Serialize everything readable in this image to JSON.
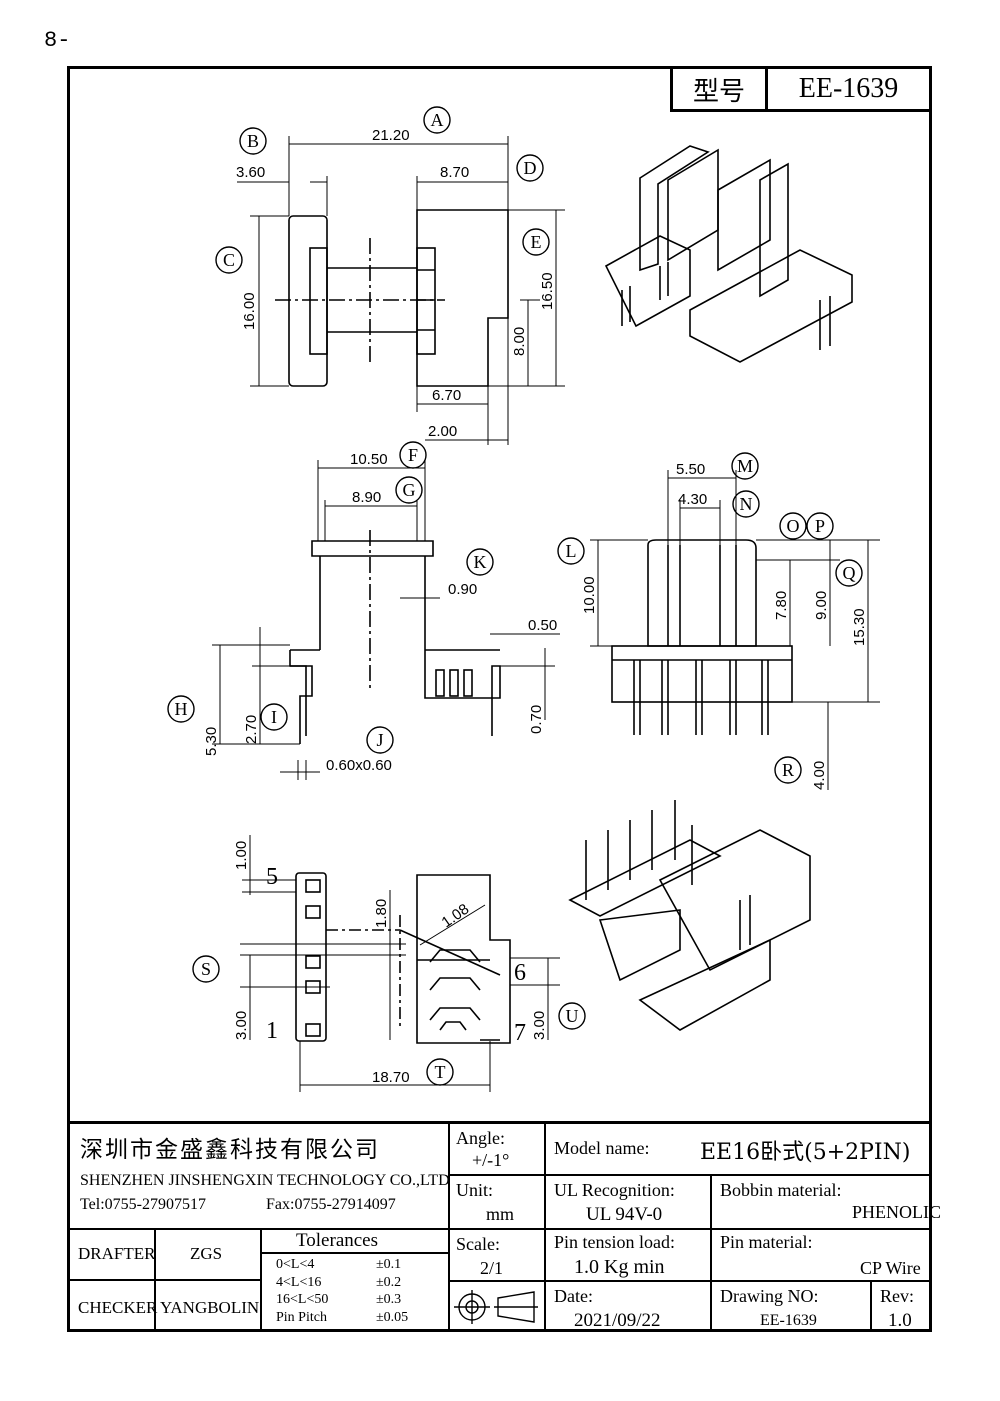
{
  "page_number": "8-",
  "header": {
    "type_label": "型号",
    "type_value": "EE-1639"
  },
  "dims": {
    "a": "21.20",
    "b": "3.60",
    "d": "8.70",
    "c": "16.00",
    "e": "16.50",
    "e2": "8.00",
    "f1": "6.70",
    "f2": "2.00",
    "g1": "10.50",
    "g2": "8.90",
    "k": "0.90",
    "p": "0.50",
    "h": "5.30",
    "i": "2.70",
    "j": "0.60x0.60",
    "j2": "0.70",
    "m": "5.50",
    "n": "4.30",
    "l": "10.00",
    "q1": "7.80",
    "q2": "9.00",
    "q3": "15.30",
    "r": "4.00",
    "s1": "1.00",
    "s2": "1.80",
    "s3": "1.08",
    "s4": "3.00",
    "u": "3.00",
    "t": "18.70"
  },
  "callouts": [
    "A",
    "B",
    "C",
    "D",
    "E",
    "F",
    "G",
    "H",
    "I",
    "J",
    "K",
    "L",
    "M",
    "N",
    "O",
    "P",
    "Q",
    "R",
    "S",
    "T",
    "U"
  ],
  "pins": [
    "5",
    "1",
    "6",
    "7"
  ],
  "title_block": {
    "company_cn": "深圳市金盛鑫科技有限公司",
    "company_en": "SHENZHEN JINSHENGXIN TECHNOLOGY CO.,LTD",
    "tel": "Tel:0755-27907517",
    "fax": "Fax:0755-27914097",
    "angle_label": "Angle:",
    "angle_value": "+/-1°",
    "model_label": "Model name:",
    "model_value": "EE16卧式(5+2PIN)",
    "unit_label": "Unit:",
    "unit_value": "mm",
    "ul_label": "UL Recognition:",
    "ul_value": "UL 94V-0",
    "bobbin_label": "Bobbin material:",
    "bobbin_value": "PHENOLIC",
    "drafter_label": "DRAFTER",
    "drafter_value": "ZGS",
    "checker_label": "CHECKER",
    "checker_value": "YANGBOLIN",
    "tol_title": "Tolerances",
    "tolerances": [
      {
        "range": "0<L<4",
        "value": "±0.1"
      },
      {
        "range": "4<L<16",
        "value": "±0.2"
      },
      {
        "range": "16<L<50",
        "value": "±0.3"
      },
      {
        "range": "Pin Pitch",
        "value": "±0.05"
      }
    ],
    "scale_label": "Scale:",
    "scale_value": "2/1",
    "pin_tension_label": "Pin tension load:",
    "pin_tension_value": "1.0 Kg min",
    "pin_material_label": "Pin material:",
    "pin_material_value": "CP Wire",
    "date_label": "Date:",
    "date_value": "2021/09/22",
    "drawing_no_label": "Drawing NO:",
    "drawing_no_value": "EE-1639",
    "rev_label": "Rev:",
    "rev_value": "1.0"
  }
}
